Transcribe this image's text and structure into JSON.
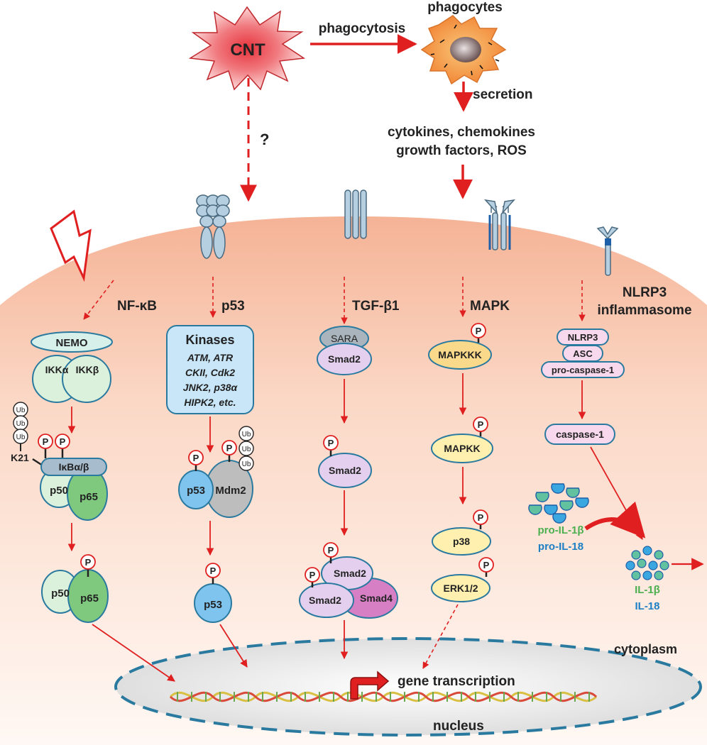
{
  "trigger": {
    "label": "CNT",
    "unknown_mark": "?"
  },
  "top_flow": {
    "phagocytosis": "phagocytosis",
    "phagocytes": "phagocytes",
    "secretion": "secretion",
    "products_line1": "cytokines, chemokines",
    "products_line2": "growth factors, ROS"
  },
  "pathways": {
    "nfkb": "NF-κB",
    "p53": "p53",
    "tgf": "TGF-β1",
    "mapk": "MAPK",
    "nlrp3_line1": "NLRP3",
    "nlrp3_line2": "inflammasome"
  },
  "nfkb": {
    "nemo": "NEMO",
    "ikka": "IKKα",
    "ikkb": "IKKβ",
    "ub": "Ub",
    "k21": "K21",
    "ikb": "IκBα/β",
    "p50": "p50",
    "p65": "p65"
  },
  "p53_path": {
    "kinases_title": "Kinases",
    "kinases_lines": [
      "ATM, ATR",
      "CKII, Cdk2",
      "JNK2, p38α",
      "HIPK2, etc."
    ],
    "p53": "p53",
    "mdm2": "Mdm2"
  },
  "tgf_path": {
    "sara": "SARA",
    "smad2": "Smad2",
    "smad4": "Smad4"
  },
  "mapk_path": {
    "mapkkk": "MAPKKK",
    "mapkk": "MAPKK",
    "p38": "p38",
    "erk": "ERK1/2"
  },
  "nlrp3_path": {
    "nlrp3": "NLRP3",
    "asc": "ASC",
    "procasp": "pro-caspase-1",
    "casp": "caspase-1",
    "pro_il1b": "pro-IL-1β",
    "pro_il18": "pro-IL-18",
    "il1b": "IL-1β",
    "il18": "IL-18"
  },
  "phospho": "P",
  "compartments": {
    "cytoplasm": "cytoplasm",
    "nucleus": "nucleus",
    "gene_transcription": "gene transcription"
  },
  "colors": {
    "arrow": "#e02020",
    "nfkb_green": "#7fc97f",
    "p53_blue": "#7fc4ef",
    "smad_lilac": "#e4d0ee",
    "smad4_pink": "#d67fc4",
    "mapk_yellow": "#fff0b0",
    "nlrp3_pink": "#f8d8ec",
    "outline": "#2a7aa0"
  }
}
